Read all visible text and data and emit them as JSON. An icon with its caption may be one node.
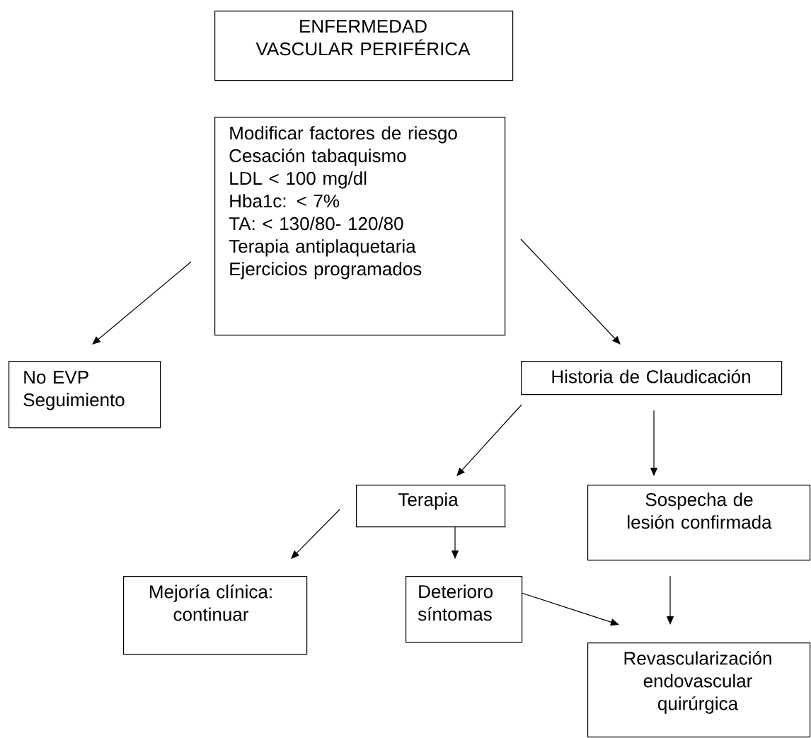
{
  "diagram": {
    "nodes": [
      {
        "text": [
          "ENFERMEDAD VASCULAR PERIFÉRICA"
        ]
      },
      {
        "text": [
          "Modificar  factores  de riesgo",
          "Cesación tabaquismo",
          "LDL < 100 mg/dl",
          "Hba1c: < 7%",
          "TA: < 130/80- 120/80",
          "Terapia antiplaquetaria",
          "Ejercicios programados"
        ]
      },
      {
        "text": [
          "No EVP Seguimiento"
        ]
      },
      {
        "text": [
          "Historia de Claudicación"
        ]
      },
      {
        "text": [
          "Terapia"
        ]
      },
      {
        "text": [
          "Sospecha de lesión confirmada"
        ]
      },
      {
        "text": [
          "Mejoría clínica: continuar"
        ]
      },
      {
        "text": [
          "Deterioro síntomas"
        ]
      },
      {
        "text": [
          "Revascularización endovascular quirúrgica"
        ]
      }
    ],
    "edges": [
      {
        "from": 1,
        "to": 2,
        "arrow": "to"
      },
      {
        "from": 1,
        "to": 3,
        "arrow": "to"
      },
      {
        "from": 3,
        "to": 4,
        "arrow": "to"
      },
      {
        "from": 3,
        "to": 5,
        "arrow": "to"
      },
      {
        "from": 4,
        "to": 6,
        "arrow": "to"
      },
      {
        "from": 4,
        "to": 7,
        "arrow": "to"
      },
      {
        "from": 7,
        "to": 8,
        "arrow": "to"
      },
      {
        "from": 5,
        "to": 8,
        "arrow": "to"
      }
    ]
  }
}
